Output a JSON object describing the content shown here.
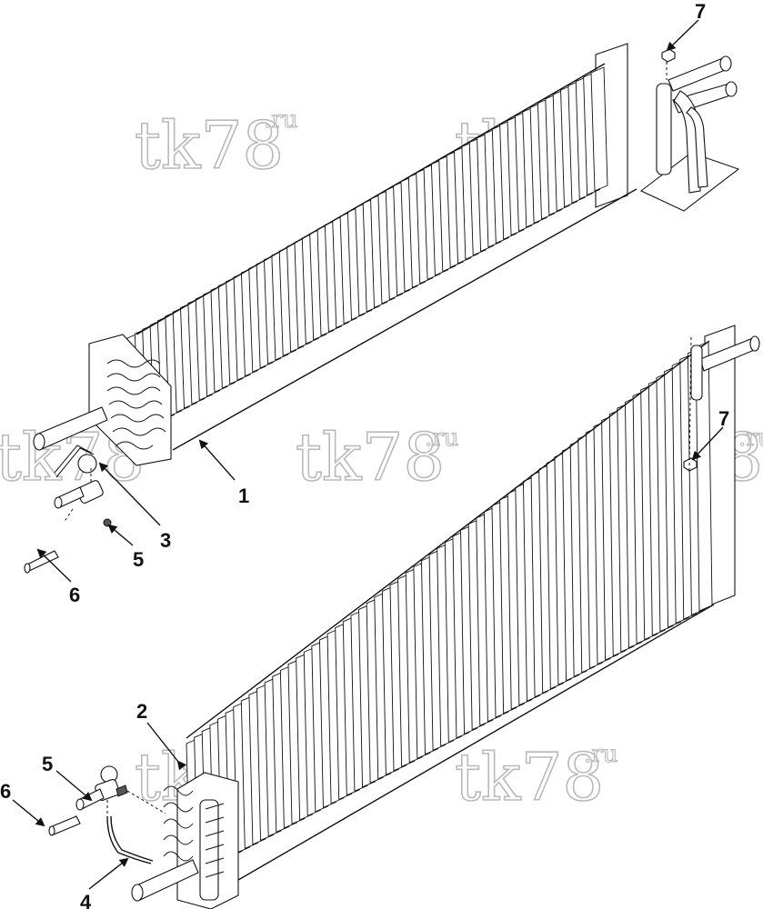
{
  "watermark": {
    "text": "tk78",
    "suffix": ".ru"
  },
  "callouts": {
    "c1": "1",
    "c2": "2",
    "c3": "3",
    "c4": "4",
    "c5a": "5",
    "c5b": "5",
    "c6a": "6",
    "c6b": "6",
    "c7a": "7",
    "c7b": "7"
  },
  "colors": {
    "ink": "#111111",
    "watermark": "#b9b9b9",
    "fin_fill": "#ffffff"
  }
}
